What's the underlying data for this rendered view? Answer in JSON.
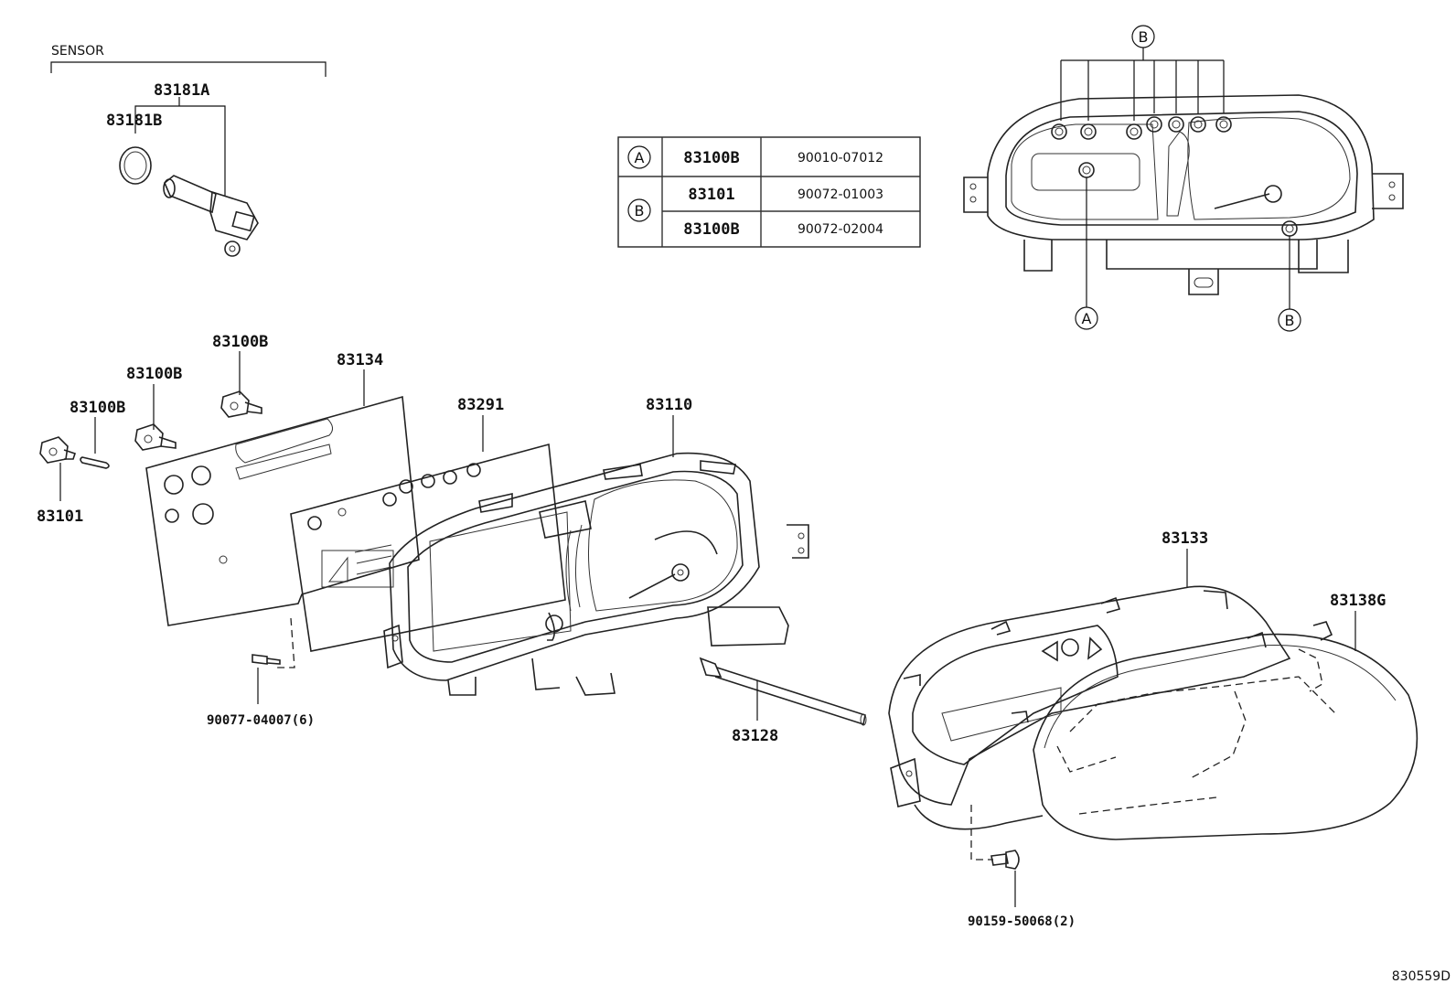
{
  "sensor_group": {
    "title": "SENSOR",
    "parts": [
      "83181A",
      "83181B"
    ]
  },
  "callouts": {
    "p83100B_1": "83100B",
    "p83100B_2": "83100B",
    "p83100B_3": "83100B",
    "p83101": "83101",
    "p83134": "83134",
    "p83291": "83291",
    "p83110": "83110",
    "p83128": "83128",
    "p83133": "83133",
    "p83138G": "83138G",
    "screw_a": "90077-04007(6)",
    "screw_b": "90159-50068(2)"
  },
  "legend_table": {
    "rows": [
      {
        "key": "A",
        "part": "83100B",
        "bulb": "90010-07012"
      },
      {
        "key": "B",
        "part": "83101",
        "bulb": "90072-01003"
      },
      {
        "key": "",
        "part": "83100B",
        "bulb": "90072-02004"
      }
    ]
  },
  "inset": {
    "top_marker": "B",
    "marker_a": "A",
    "marker_b": "B"
  },
  "diagram_ref": "830559D",
  "colors": {
    "line": "#222222",
    "background": "#ffffff"
  }
}
